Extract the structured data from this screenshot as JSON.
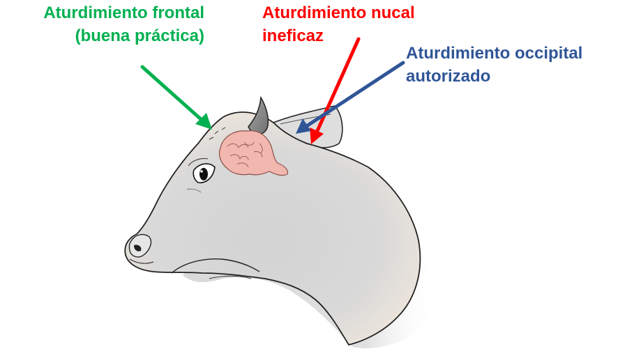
{
  "labels": {
    "frontal": {
      "line1": "Aturdimiento frontal",
      "line2": "(buena práctica)",
      "color": "#00b050"
    },
    "nucal": {
      "line1": "Aturdimiento nucal",
      "line2": "ineficaz",
      "color": "#ff0000"
    },
    "occipital": {
      "line1": "Aturdimiento occipital",
      "line2": "autorizado",
      "color": "#2f5597"
    }
  },
  "colors": {
    "head_fill": "#d9d9d9",
    "head_rim": "#fbeedd",
    "brain": "#f2b8b0",
    "horn": "#8c8c8c",
    "outline": "#222222"
  }
}
